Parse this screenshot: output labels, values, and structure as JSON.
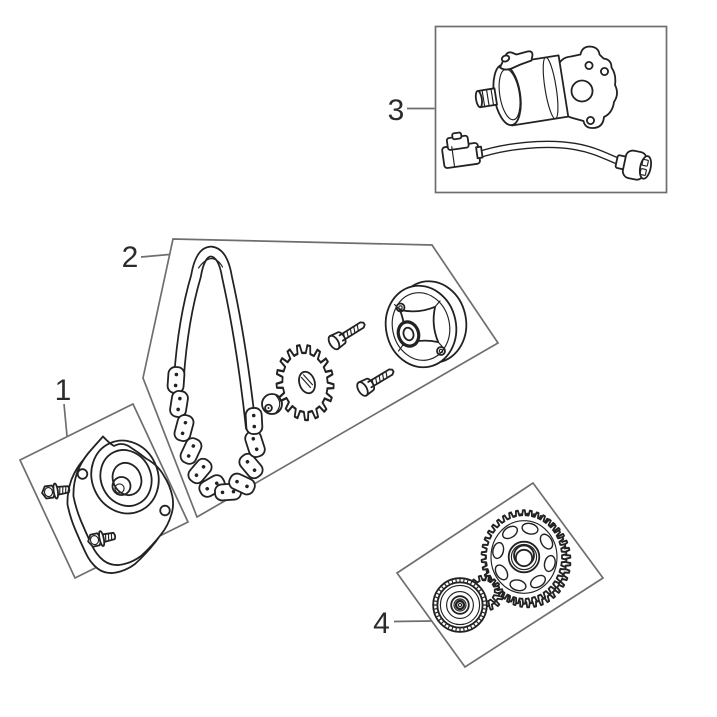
{
  "figure": {
    "background": "#ffffff",
    "box_line_color": "#6e6e6e",
    "part_line_color": "#222222",
    "label_color": "#2b2b2b",
    "callouts": [
      {
        "label": "1"
      },
      {
        "label": "2"
      },
      {
        "label": "3"
      },
      {
        "label": "4"
      }
    ]
  }
}
